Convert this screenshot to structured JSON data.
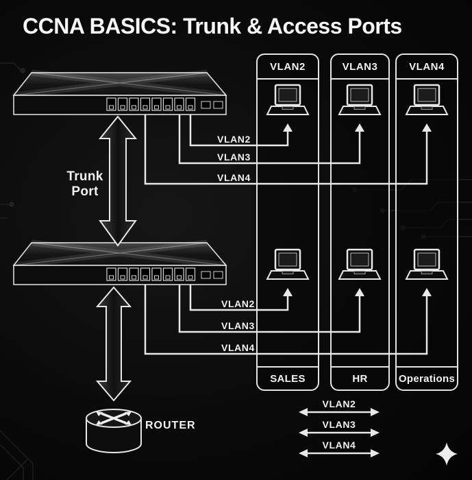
{
  "title": "CCNA BASICS: Trunk & Access Ports",
  "trunk_port_label": "Trunk Port",
  "router_label": "ROUTER",
  "columns": [
    {
      "vlan": "VLAN2",
      "dept": "SALES"
    },
    {
      "vlan": "VLAN3",
      "dept": "HR"
    },
    {
      "vlan": "VLAN4",
      "dept": "Operations"
    }
  ],
  "top_switch_links": [
    {
      "label": "VLAN2"
    },
    {
      "label": "VLAN3"
    },
    {
      "label": "VLAN4"
    }
  ],
  "bottom_switch_links": [
    {
      "label": "VLAN2"
    },
    {
      "label": "VLAN3"
    },
    {
      "label": "VLAN4"
    }
  ],
  "legend": [
    {
      "label": "VLAN2"
    },
    {
      "label": "VLAN3"
    },
    {
      "label": "VLAN4"
    }
  ],
  "colors": {
    "background": "#0a0a0a",
    "line": "#e8e8e8",
    "text": "#f2f2f2"
  }
}
